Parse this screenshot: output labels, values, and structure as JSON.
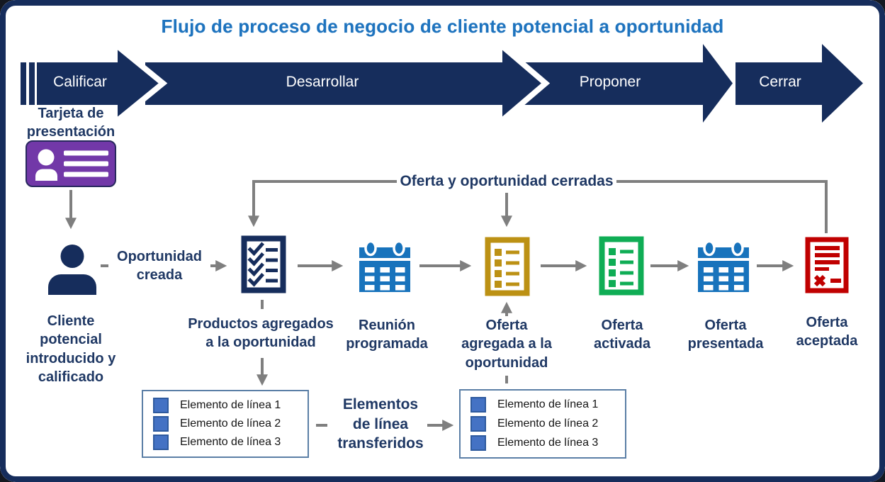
{
  "title": "Flujo de proceso de negocio de cliente potencial a oportunidad",
  "banner": {
    "stages": [
      "Calificar",
      "Desarrollar",
      "Proponer",
      "Cerrar"
    ]
  },
  "labels": {
    "business_card": "Tarjeta de\npresentación",
    "lead_qualified": "Cliente\npotencial\nintroducido y\ncalificado",
    "opportunity_created": "Oportunidad\ncreada",
    "products_added": "Productos agregados\na la oportunidad",
    "meeting_scheduled": "Reunión\nprogramada",
    "quote_added": "Oferta\nagregada a la\noportunidad",
    "quote_activated": "Oferta\nactivada",
    "quote_presented": "Oferta\npresentada",
    "quote_accepted": "Oferta\naceptada",
    "quote_opportunity_closed": "Oferta y oportunidad cerradas",
    "line_items_transferred": "Elementos\nde línea\ntransferidos"
  },
  "line_item_boxes": {
    "source": {
      "items": [
        "Elemento de línea 1",
        "Elemento de línea 2",
        "Elemento de línea 3"
      ]
    },
    "target": {
      "items": [
        "Elemento de línea 1",
        "Elemento de línea 2",
        "Elemento de línea 3"
      ]
    }
  },
  "icons": {
    "business_card": "business-card-icon",
    "lead_person": "person-icon",
    "products_checklist": "checklist-icon",
    "meeting_calendar": "calendar-icon",
    "quote_added_list": "list-document-icon-gold",
    "quote_activated_list": "list-document-icon-green",
    "quote_presented_calendar": "calendar-icon",
    "quote_accepted_document": "document-x-icon-red"
  },
  "colors": {
    "navy": "#162D5C",
    "title_blue": "#1E73BE",
    "label_navy": "#1F3864",
    "connector_gray": "#7F7F7F",
    "purple": "#7238A8",
    "calendar_blue": "#1873BC",
    "gold": "#BC9114",
    "green": "#0FAD55",
    "red": "#C00000",
    "item_square_blue": "#4472C4",
    "box_border": "#5B7FA6"
  }
}
